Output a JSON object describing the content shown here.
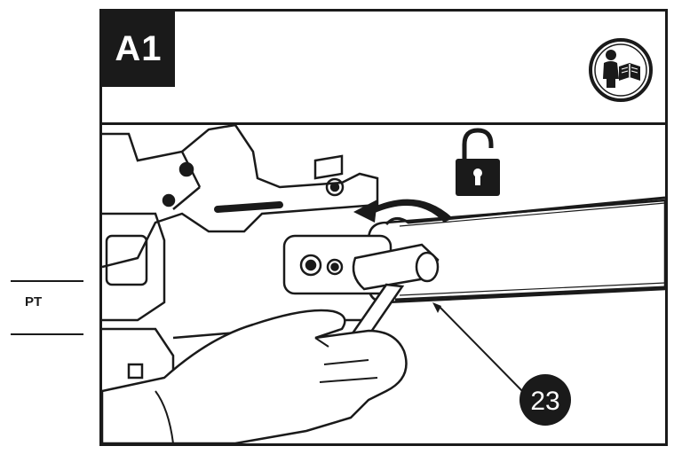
{
  "language": {
    "code": "PT"
  },
  "step": {
    "label": "A1"
  },
  "callout": {
    "number": "23"
  },
  "icons": {
    "manual": "read-manual-icon",
    "unlock": "unlocked-padlock-icon",
    "rotation": "counterclockwise-arrow-icon"
  }
}
